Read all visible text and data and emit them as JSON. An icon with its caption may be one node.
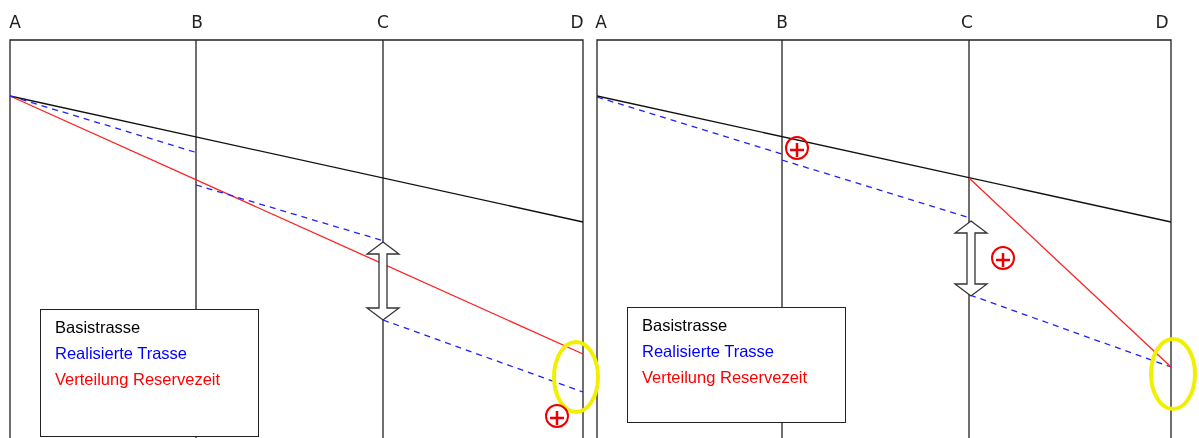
{
  "diagram": {
    "labels": [
      "A",
      "B",
      "C",
      "D",
      "A",
      "B",
      "C",
      "D"
    ],
    "legend": [
      {
        "text": "Basistrasse",
        "color": "#000000"
      },
      {
        "text": "Realisierte Trasse",
        "color": "#0000ff"
      },
      {
        "text": "Verteilung Reservezeit",
        "color": "#ff0000"
      },
      {
        "text": "Basistrasse",
        "color": "#000000"
      },
      {
        "text": "Realisierte Trasse",
        "color": "#0000ff"
      },
      {
        "text": "Verteilung Reservezeit",
        "color": "#ff0000"
      }
    ]
  }
}
